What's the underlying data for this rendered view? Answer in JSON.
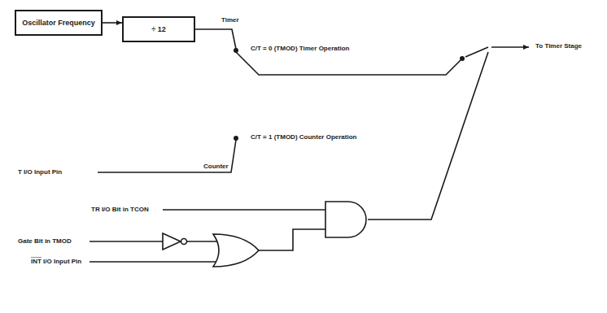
{
  "diagram": {
    "nodes": [
      {
        "text": [
          "Oscillator Frequency"
        ]
      },
      {
        "text": [
          "÷ 12"
        ]
      }
    ],
    "edges": [
      {
        "from": 0,
        "to": 1,
        "arrow": "to"
      }
    ],
    "labels": [
      "Timer",
      "C/T = 0 (TMOD) Timer Operation",
      "Counter",
      "C/T = 1 (TMOD) Counter Operation",
      "T I/O Input Pin",
      "To Timer Stage",
      "TR I/O Bit in TCON",
      "Gate Bit in TMOD",
      "INT I/O Input Pin"
    ]
  }
}
